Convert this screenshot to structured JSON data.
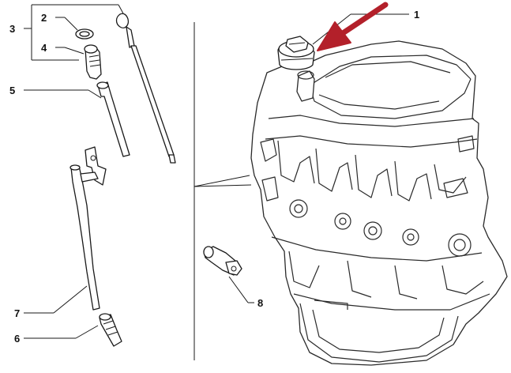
{
  "diagram": {
    "labels": [
      {
        "id": "1",
        "text": "1"
      },
      {
        "id": "2",
        "text": "2"
      },
      {
        "id": "3",
        "text": "3"
      },
      {
        "id": "4",
        "text": "4"
      },
      {
        "id": "5",
        "text": "5"
      },
      {
        "id": "6",
        "text": "6"
      },
      {
        "id": "7",
        "text": "7"
      },
      {
        "id": "8",
        "text": "8"
      }
    ],
    "highlight_arrow": {
      "points_to": "1",
      "color": "#b3202a"
    },
    "line_color": "#1a1a1a"
  }
}
